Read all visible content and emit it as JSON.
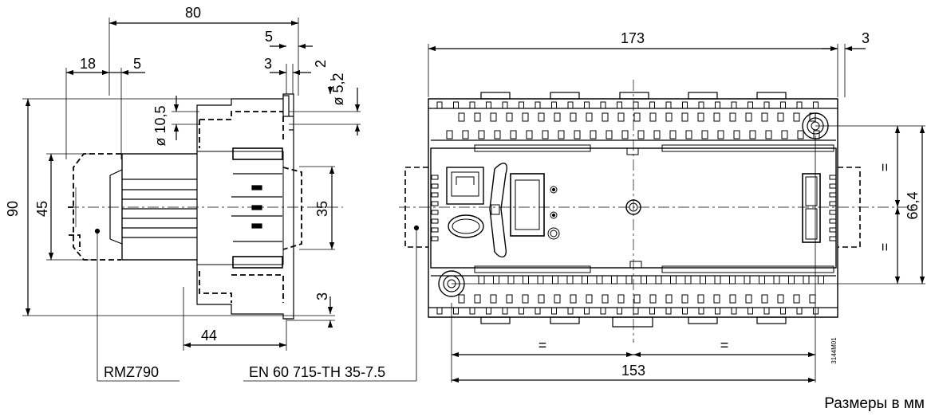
{
  "side_view": {
    "dim_width": "80",
    "dim_5_top": "5",
    "dim_3_top": "3",
    "dim_2": "2",
    "dim_hole_small": "ø 5,2",
    "dim_hole_large": "ø 10,5",
    "dim_18": "18",
    "dim_5_left": "5",
    "dim_height": "90",
    "dim_45": "45",
    "dim_35": "35",
    "dim_3_bottom": "3",
    "dim_44": "44",
    "label_module": "RMZ790",
    "label_rail": "EN 60 715-TH 35-7.5"
  },
  "front_view": {
    "dim_width": "173",
    "dim_3": "3",
    "dim_153": "153",
    "dim_eq_left": "=",
    "dim_eq_right": "=",
    "dim_eq_top": "=",
    "dim_eq_bottom": "=",
    "dim_66": "66,4",
    "drawing_code": "3144M01"
  },
  "units_note": "Размеры в мм"
}
